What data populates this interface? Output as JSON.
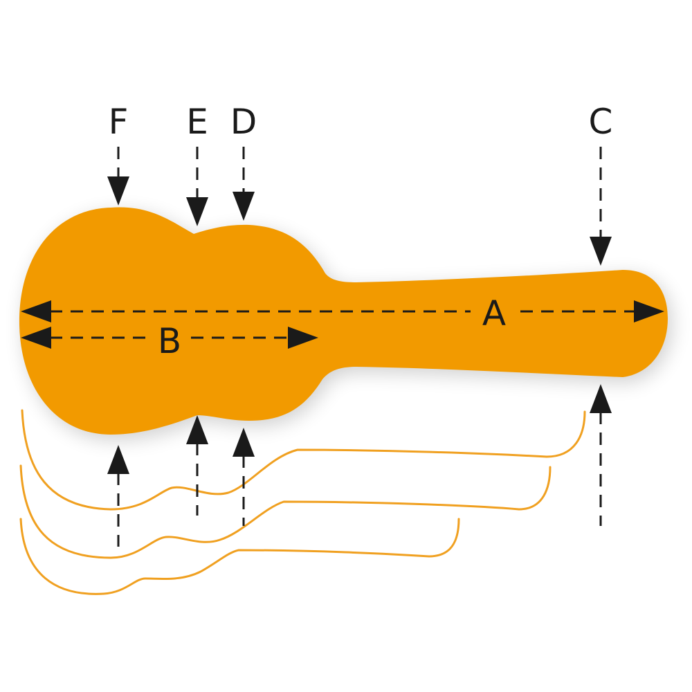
{
  "diagram": {
    "colors": {
      "case_body": "#f29a00",
      "outline": "#f0a020",
      "arrow": "#1a1a1a",
      "background": "#ffffff"
    },
    "labels": {
      "a": "A",
      "b": "B",
      "c": "C",
      "d": "D",
      "e": "E",
      "f": "F"
    }
  }
}
